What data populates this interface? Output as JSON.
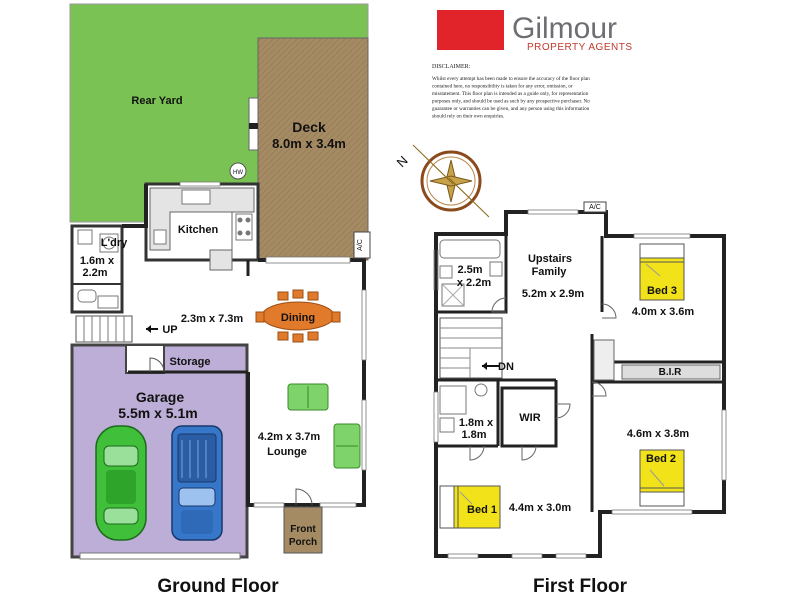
{
  "brand": {
    "name": "Gilmour",
    "tagline": "PROPERTY AGENTS",
    "colors": {
      "red": "#e1232a",
      "grey": "#6d6e71",
      "gold": "#c4a44a"
    }
  },
  "disclaimer": {
    "title": "DISCLAIMER:",
    "lines": [
      "Whilst every attempt has been made to ensure the accuracy of the floor plan",
      "contained here, no responsibility is taken for any error, omission, or",
      "misstatement. This floor plan is intended as a guide only, for representation",
      "purposes only, and should be used as such by any prospective purchaser. No",
      "guarantee or warranties can be given, and any person using this information",
      "should rely on their own enquiries."
    ]
  },
  "compass": {
    "north_label": "N"
  },
  "ground_floor": {
    "title": "Ground Floor",
    "rooms": {
      "rear_yard": "Rear Yard",
      "deck_name": "Deck",
      "deck_dim": "8.0m x 3.4m",
      "kitchen": "Kitchen",
      "laundry_name": "L'dry",
      "laundry_dim1": "1.6m x",
      "laundry_dim2": "2.2m",
      "dining_dim": "2.3m x 7.3m",
      "dining_name": "Dining",
      "up_label": "UP",
      "storage": "Storage",
      "garage_name": "Garage",
      "garage_dim": "5.5m x 5.1m",
      "lounge_dim": "4.2m x 3.7m",
      "lounge_name": "Lounge",
      "porch1": "Front",
      "porch2": "Porch",
      "ac": "A/C",
      "hw": "HW"
    }
  },
  "first_floor": {
    "title": "First Floor",
    "rooms": {
      "ac": "A/C",
      "family1": "Upstairs",
      "family2": "Family",
      "family_dim": "5.2m x 2.9m",
      "bath_dim1": "2.5m",
      "bath_dim2": "x 2.2m",
      "bed3_name": "Bed 3",
      "bed3_dim": "4.0m x 3.6m",
      "dn_label": "DN",
      "bir": "B.I.R",
      "wir": "WIR",
      "ens_dim1": "1.8m x",
      "ens_dim2": "1.8m",
      "bed2_dim": "4.6m x 3.8m",
      "bed2_name": "Bed 2",
      "bed1_name": "Bed 1",
      "bed1_dim": "4.4m x 3.0m"
    }
  }
}
